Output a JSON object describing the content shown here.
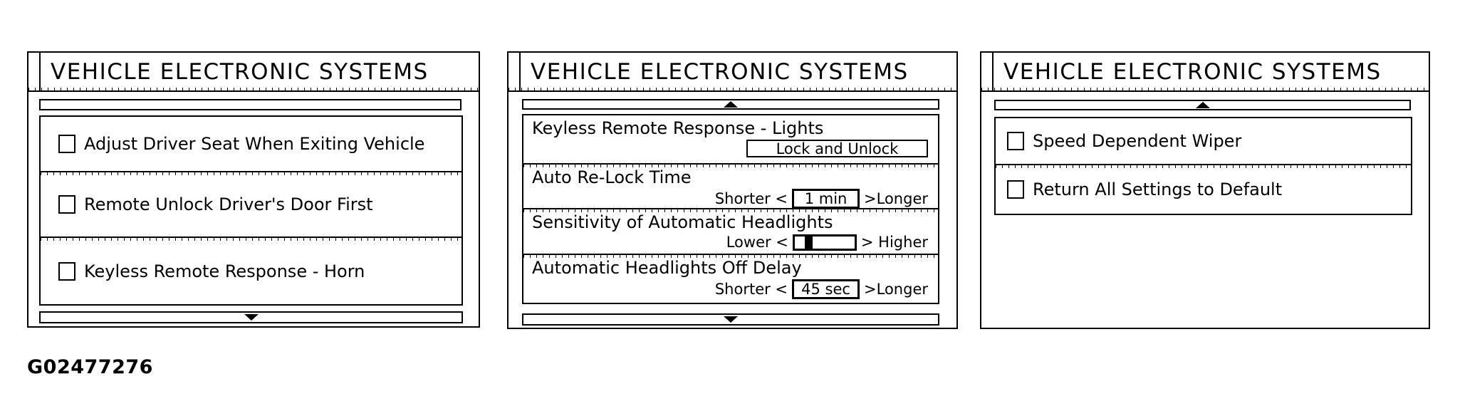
{
  "figure": {
    "id_label": "G02477276"
  },
  "colors": {
    "ink": "#000000",
    "paper": "#ffffff"
  },
  "panels": [
    {
      "title": "VEHICLE ELECTRONIC SYSTEMS",
      "scrollbar": {
        "up_arrow": false,
        "down_arrow": true
      },
      "checkbox_items": [
        {
          "label": "Adjust Driver Seat When Exiting Vehicle",
          "checked": false
        },
        {
          "label": "Remote Unlock Driver's Door First",
          "checked": false
        },
        {
          "label": "Keyless Remote Response - Horn",
          "checked": false
        }
      ]
    },
    {
      "title": "VEHICLE ELECTRONIC SYSTEMS",
      "scrollbar": {
        "up_arrow": true,
        "down_arrow": true
      },
      "setting_rows": [
        {
          "label": "Keyless Remote Response - Lights",
          "control": {
            "type": "button",
            "value": "Lock and Unlock"
          }
        },
        {
          "label": "Auto Re-Lock Time",
          "control": {
            "type": "value-stepper",
            "left_label": "Shorter <",
            "value": "1 min",
            "right_label": ">Longer"
          }
        },
        {
          "label": "Sensitivity of Automatic Headlights",
          "control": {
            "type": "slider",
            "left_label": "Lower <",
            "right_label": "> Higher",
            "thumb_position_pct": 17,
            "thumb_width_pct": 13
          }
        },
        {
          "label": "Automatic Headlights Off Delay",
          "control": {
            "type": "value-stepper",
            "left_label": "Shorter <",
            "value": "45 sec",
            "right_label": ">Longer"
          }
        }
      ]
    },
    {
      "title": "VEHICLE ELECTRONIC SYSTEMS",
      "scrollbar": {
        "up_arrow": true,
        "down_arrow": false
      },
      "checkbox_items": [
        {
          "label": "Speed Dependent Wiper",
          "checked": false
        },
        {
          "label": "Return All Settings to Default",
          "checked": false
        }
      ]
    }
  ]
}
